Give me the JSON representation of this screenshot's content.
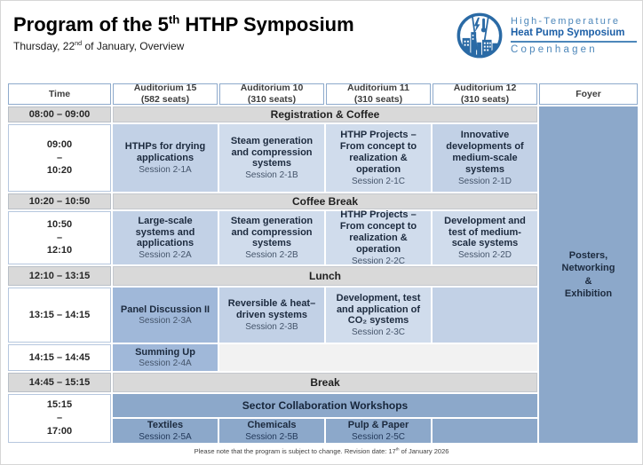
{
  "header": {
    "title": {
      "pre": "Program of the 5",
      "sup": "th",
      "post": " HTHP Symposium"
    },
    "subtitle": {
      "pre": "Thursday, 22",
      "sup": "nd",
      "post": " of January, Overview"
    },
    "logo": {
      "line1": "High-Temperature",
      "line2": "Heat Pump Symposium",
      "line3": "Copenhagen",
      "icon": "city-lightning-thermometer-circle-icon",
      "color_primary": "#2a6aa5",
      "color_text_light": "#4d87ba",
      "color_text_bold": "#1c5fa6"
    }
  },
  "table": {
    "columns": [
      {
        "label": "Time",
        "sub": ""
      },
      {
        "label": "Auditorium 15",
        "sub": "(582 seats)"
      },
      {
        "label": "Auditorium 10",
        "sub": "(310 seats)"
      },
      {
        "label": "Auditorium 11",
        "sub": "(310 seats)"
      },
      {
        "label": "Auditorium 12",
        "sub": "(310 seats)"
      },
      {
        "label": "Foyer",
        "sub": ""
      }
    ],
    "rows": {
      "registration": {
        "time": "08:00 – 09:00",
        "label": "Registration & Coffee"
      },
      "morning1": {
        "time_lines": [
          "09:00",
          "–",
          "10:20"
        ],
        "cells": [
          {
            "title": "HTHPs for drying applications",
            "session": "Session 2-1A"
          },
          {
            "title": "Steam generation and compression systems",
            "session": "Session 2-1B"
          },
          {
            "title": "HTHP Projects – From concept to realization & operation",
            "session": "Session 2-1C"
          },
          {
            "title": "Innovative developments of medium-scale systems",
            "session": "Session 2-1D"
          }
        ]
      },
      "coffee": {
        "time": "10:20 – 10:50",
        "label": "Coffee Break"
      },
      "morning2": {
        "time_lines": [
          "10:50",
          "–",
          "12:10"
        ],
        "cells": [
          {
            "title": "Large-scale systems and applications",
            "session": "Session 2-2A"
          },
          {
            "title": "Steam generation and compression systems",
            "session": "Session 2-2B"
          },
          {
            "title": "HTHP Projects – From concept to realization & operation",
            "session": "Session 2-2C"
          },
          {
            "title": "Development and test of medium-scale systems",
            "session": "Session 2-2D"
          }
        ]
      },
      "lunch": {
        "time": "12:10 – 13:15",
        "label": "Lunch"
      },
      "afternoon1": {
        "time": "13:15 – 14:15",
        "cells": [
          {
            "title": "Panel Discussion II",
            "session": "Session 2-3A"
          },
          {
            "title": "Reversible & heat–driven systems",
            "session": "Session 2-3B"
          },
          {
            "title": "Development, test and application of CO₂ systems",
            "session": "Session 2-3C"
          },
          {
            "title": "",
            "session": ""
          }
        ]
      },
      "summing": {
        "time": "14:15 – 14:45",
        "cell": {
          "title": "Summing Up",
          "session": "Session 2-4A"
        }
      },
      "break2": {
        "time": "14:45 – 15:15",
        "label": "Break"
      },
      "workshops": {
        "time_lines": [
          "15:15",
          "–",
          "17:00"
        ],
        "header": "Sector Collaboration Workshops",
        "cells": [
          {
            "title": "Textiles",
            "session": "Session 2-5A"
          },
          {
            "title": "Chemicals",
            "session": "Session 2-5B"
          },
          {
            "title": "Pulp & Paper",
            "session": "Session 2-5C"
          },
          {
            "title": "",
            "session": ""
          }
        ]
      },
      "foyer": {
        "lines": [
          "Posters,",
          "Networking",
          "&",
          "Exhibition"
        ]
      }
    },
    "colors": {
      "break_gray": "#d9d9d9",
      "session_light": "#d0dcec",
      "session_medium": "#c2d1e6",
      "session_panel": "#a0b8d9",
      "session_dark": "#8ca8ca",
      "empty_cell": "#f2f2f2"
    }
  },
  "footer": {
    "pre": "Please note that the program is subject to change. Revision date: 17",
    "sup": "th",
    "post": " of January 2026"
  }
}
